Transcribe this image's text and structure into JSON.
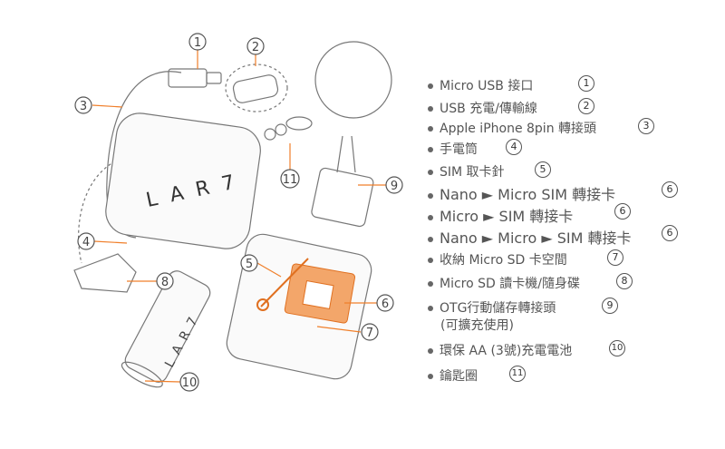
{
  "callouts": [
    "1",
    "2",
    "3",
    "4",
    "5",
    "6",
    "7",
    "8",
    "9",
    "10",
    "11"
  ],
  "brand_mark": "LAR7",
  "accent_color": "#f07f2a",
  "legend": [
    {
      "text": "Micro USB 接口",
      "num": "1"
    },
    {
      "text": "USB 充電/傳輸線",
      "num": "2"
    },
    {
      "text": "Apple iPhone 8pin 轉接頭",
      "num": "3"
    },
    {
      "text": "手電筒",
      "num": "4"
    },
    {
      "text": "SIM 取卡針",
      "num": "5"
    },
    {
      "text": "Nano ► Micro SIM  轉接卡",
      "num": "6"
    },
    {
      "text": "Micro ► SIM  轉接卡",
      "num": "6"
    },
    {
      "text": "Nano ► Micro ► SIM  轉接卡",
      "num": "6"
    },
    {
      "text": "收納 Micro SD 卡空間",
      "num": "7"
    },
    {
      "text": "Micro SD 讀卡機/隨身碟",
      "num": "8"
    },
    {
      "text": "OTG行動儲存轉接頭",
      "sub": "(可擴充使用)",
      "num": "9"
    },
    {
      "text": "環保 AA (3號)充電電池",
      "num": "10"
    },
    {
      "text": "鑰匙圈",
      "num": "11"
    }
  ]
}
